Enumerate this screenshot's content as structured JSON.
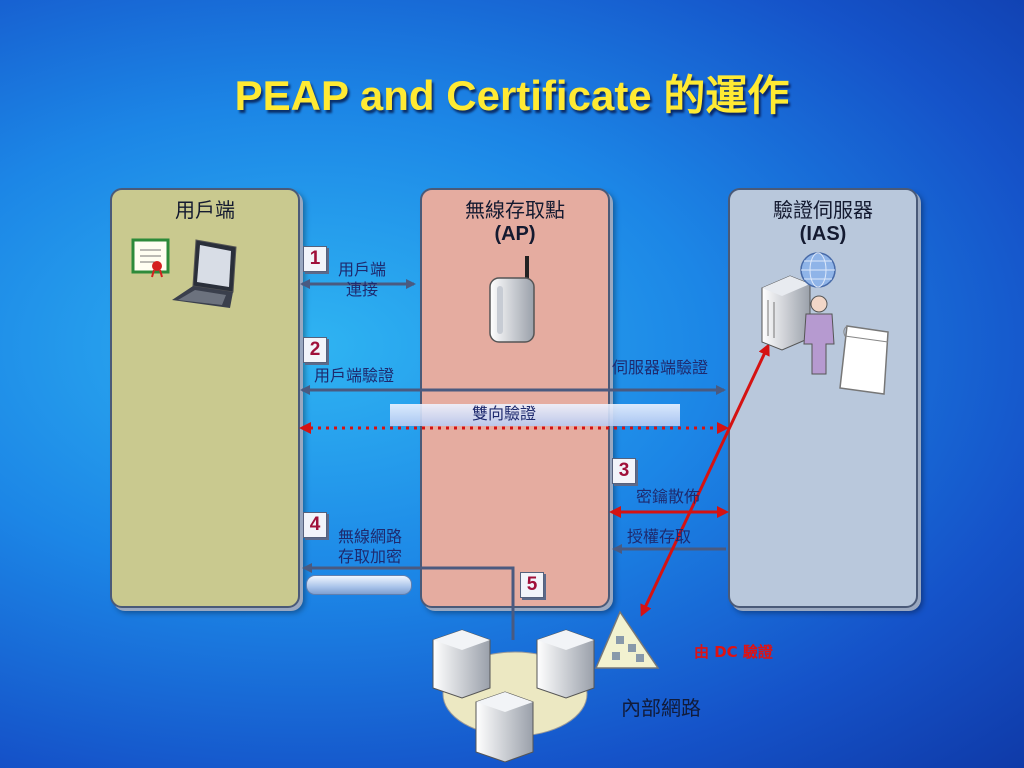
{
  "title": "PEAP and Certificate 的運作",
  "panels": {
    "client": {
      "title": "用戶端"
    },
    "ap": {
      "title": "無線存取點",
      "subtitle": "(AP)"
    },
    "ias": {
      "title": "驗證伺服器",
      "subtitle": "(IAS)"
    }
  },
  "steps": [
    "1",
    "2",
    "3",
    "4",
    "5"
  ],
  "labels": {
    "client_connect_1": "用戶端",
    "client_connect_2": "連接",
    "client_auth": "用戶端驗證",
    "server_auth": "伺服器端驗證",
    "mutual_auth": "雙向驗證",
    "key_dist": "密鑰散佈",
    "auth_access": "授權存取",
    "wlan_1": "無線網路",
    "wlan_2": "存取加密",
    "dc_auth": "由 DC 驗證",
    "internal_net": "內部網路"
  },
  "colors": {
    "title": "#ffea33",
    "arrow_blue": "#4a5a80",
    "arrow_red": "#d51212",
    "step_number": "#a0103a"
  }
}
